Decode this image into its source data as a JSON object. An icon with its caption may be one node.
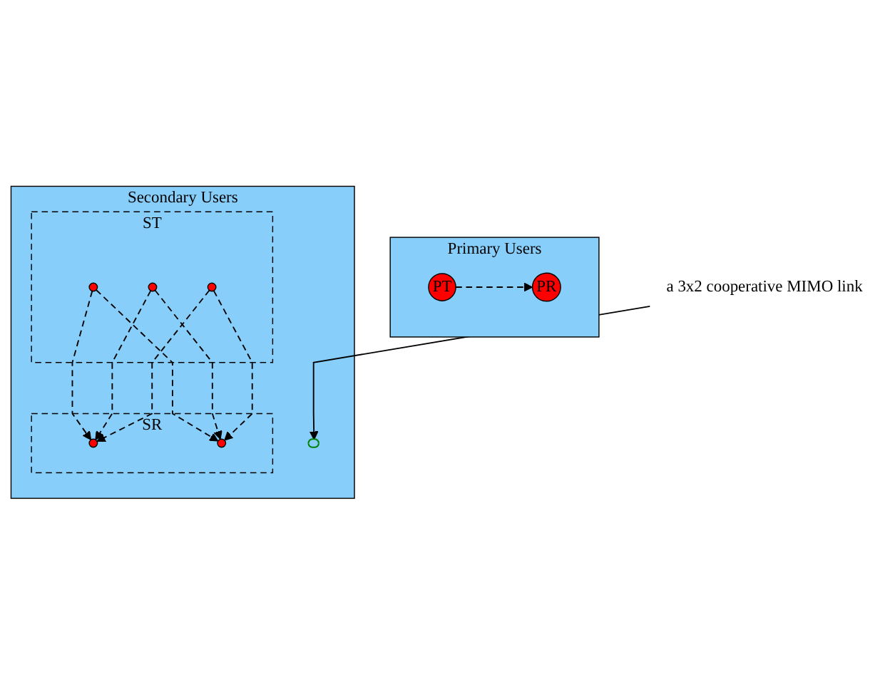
{
  "diagram": {
    "nodes": [
      {
        "text": [
          "Primary Users"
        ]
      },
      {
        "text": [
          "PT"
        ],
        "in": 0
      },
      {
        "text": [
          "PR"
        ],
        "in": 0
      },
      {
        "text": [
          "Secondary Users"
        ]
      },
      {
        "text": [
          "ST"
        ],
        "in": 3
      },
      {
        "text": [],
        "shape": "circle",
        "in": 4
      },
      {
        "text": [],
        "shape": "circle",
        "in": 4
      },
      {
        "text": [],
        "shape": "circle",
        "in": 4
      },
      {
        "text": [
          "SR"
        ],
        "in": 3
      },
      {
        "text": [],
        "shape": "circle",
        "in": 8
      },
      {
        "text": [],
        "shape": "circle",
        "in": 8
      },
      {
        "text": [],
        "shape": "ellipse",
        "in": 3
      },
      {
        "text": [
          "a 3x2 cooperative MIMO link"
        ]
      }
    ],
    "edges": [
      {
        "from": 1,
        "to": 2,
        "arrow": "to",
        "style": "dashed"
      },
      {
        "from": 5,
        "to": 9,
        "arrow": "to",
        "style": "dashed"
      },
      {
        "from": 5,
        "to": 10,
        "arrow": "to",
        "style": "dashed"
      },
      {
        "from": 6,
        "to": 9,
        "arrow": "to",
        "style": "dashed"
      },
      {
        "from": 6,
        "to": 10,
        "arrow": "to",
        "style": "dashed"
      },
      {
        "from": 7,
        "to": 9,
        "arrow": "to",
        "style": "dashed"
      },
      {
        "from": 7,
        "to": 10,
        "arrow": "to",
        "style": "dashed"
      },
      {
        "from": 12,
        "to": 11,
        "arrow": "to"
      }
    ]
  }
}
